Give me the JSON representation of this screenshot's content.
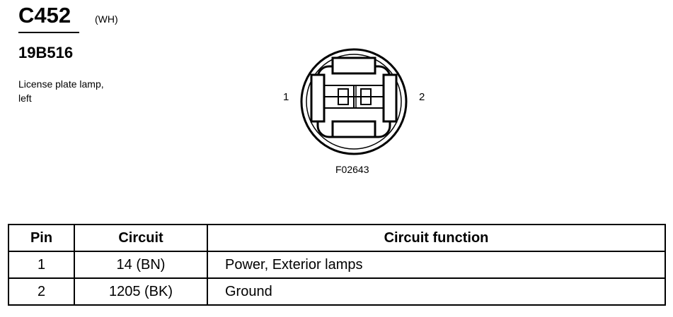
{
  "connector": {
    "id": "C452",
    "color": "(WH)",
    "part_number": "19B516",
    "description_lines": [
      "License plate lamp,",
      "left"
    ]
  },
  "diagram": {
    "pin_labels": [
      "1",
      "2"
    ],
    "figure_id": "F02643"
  },
  "table": {
    "headers": [
      "Pin",
      "Circuit",
      "Circuit function"
    ],
    "rows": [
      {
        "pin": "1",
        "circuit": "14 (BN)",
        "function": "Power, Exterior lamps"
      },
      {
        "pin": "2",
        "circuit": "1205 (BK)",
        "function": "Ground"
      }
    ]
  }
}
